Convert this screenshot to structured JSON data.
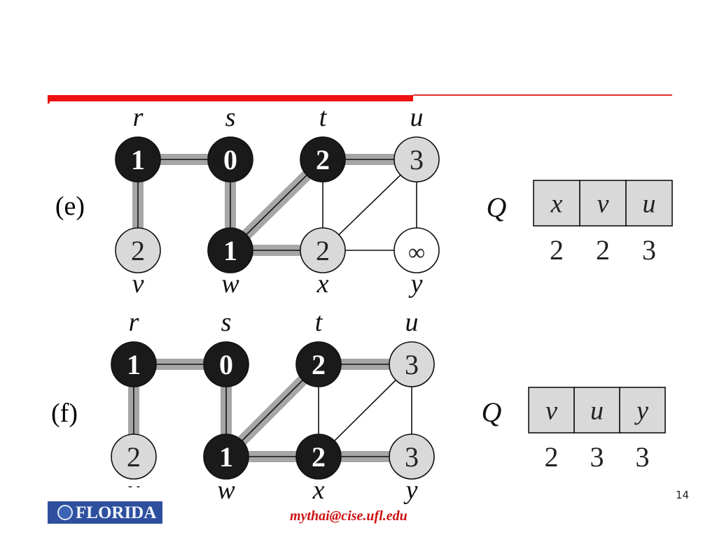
{
  "panels": [
    {
      "label": "(e)",
      "q_label": "Q",
      "queue": [
        "x",
        "v",
        "u"
      ],
      "queue_dist": [
        "2",
        "2",
        "3"
      ],
      "nodes": [
        {
          "id": "r",
          "d": "1",
          "state": "black"
        },
        {
          "id": "s",
          "d": "0",
          "state": "black"
        },
        {
          "id": "t",
          "d": "2",
          "state": "black"
        },
        {
          "id": "u",
          "d": "3",
          "state": "gray"
        },
        {
          "id": "v",
          "d": "2",
          "state": "gray"
        },
        {
          "id": "w",
          "d": "1",
          "state": "black"
        },
        {
          "id": "x",
          "d": "2",
          "state": "gray"
        },
        {
          "id": "y",
          "d": "∞",
          "state": "white"
        }
      ],
      "edges": [
        {
          "a": "r",
          "b": "s",
          "tree": true
        },
        {
          "a": "r",
          "b": "v",
          "tree": true
        },
        {
          "a": "s",
          "b": "w",
          "tree": true
        },
        {
          "a": "w",
          "b": "t",
          "tree": true
        },
        {
          "a": "w",
          "b": "x",
          "tree": true
        },
        {
          "a": "t",
          "b": "u",
          "tree": true
        },
        {
          "a": "t",
          "b": "x",
          "tree": false
        },
        {
          "a": "x",
          "b": "u",
          "tree": false
        },
        {
          "a": "x",
          "b": "y",
          "tree": false
        },
        {
          "a": "u",
          "b": "y",
          "tree": false
        }
      ]
    },
    {
      "label": "(f)",
      "q_label": "Q",
      "queue": [
        "v",
        "u",
        "y"
      ],
      "queue_dist": [
        "2",
        "3",
        "3"
      ],
      "nodes": [
        {
          "id": "r",
          "d": "1",
          "state": "black"
        },
        {
          "id": "s",
          "d": "0",
          "state": "black"
        },
        {
          "id": "t",
          "d": "2",
          "state": "black"
        },
        {
          "id": "u",
          "d": "3",
          "state": "gray"
        },
        {
          "id": "v",
          "d": "2",
          "state": "gray"
        },
        {
          "id": "w",
          "d": "1",
          "state": "black"
        },
        {
          "id": "x",
          "d": "2",
          "state": "black"
        },
        {
          "id": "y",
          "d": "3",
          "state": "gray"
        }
      ],
      "edges": [
        {
          "a": "r",
          "b": "s",
          "tree": true
        },
        {
          "a": "r",
          "b": "v",
          "tree": true
        },
        {
          "a": "s",
          "b": "w",
          "tree": true
        },
        {
          "a": "w",
          "b": "t",
          "tree": true
        },
        {
          "a": "w",
          "b": "x",
          "tree": true
        },
        {
          "a": "t",
          "b": "u",
          "tree": true
        },
        {
          "a": "x",
          "b": "y",
          "tree": true
        },
        {
          "a": "t",
          "b": "x",
          "tree": false
        },
        {
          "a": "x",
          "b": "u",
          "tree": false
        },
        {
          "a": "u",
          "b": "y",
          "tree": false
        }
      ]
    }
  ],
  "colors": {
    "accent_red": "#ee1111",
    "node_black": "#1a1a1a",
    "node_gray": "#d9d9d9",
    "node_white": "#ffffff",
    "tree_edge": "#a6a6a6",
    "queue_fill": "#d9d9d9"
  },
  "footer": {
    "email": "mythai@cise.ufl.edu",
    "page_number": "14",
    "logo_text": "FLORIDA"
  }
}
